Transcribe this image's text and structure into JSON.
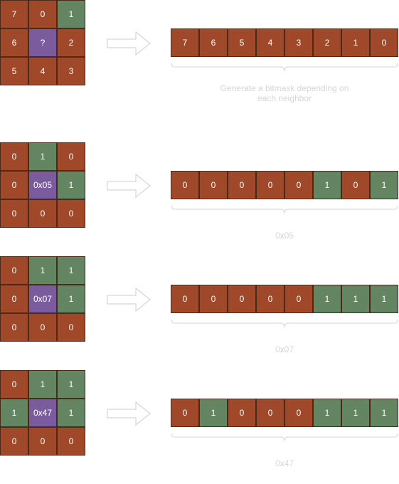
{
  "colors": {
    "off": "#a0482a",
    "on": "#648561",
    "center": "#7a5c9e",
    "border": "#4a2a18",
    "muted": "#d6d6d6"
  },
  "sections": [
    {
      "grid": [
        [
          "7",
          "0",
          "1"
        ],
        [
          "6",
          "?",
          "2"
        ],
        [
          "5",
          "4",
          "3"
        ]
      ],
      "bits": [
        "7",
        "6",
        "5",
        "4",
        "3",
        "2",
        "1",
        "0"
      ],
      "caption_lines": [
        "Generate a bitmask depending on",
        "each neighbor"
      ]
    },
    {
      "grid": [
        [
          "0",
          "1",
          "0"
        ],
        [
          "0",
          "0x05",
          "1"
        ],
        [
          "0",
          "0",
          "0"
        ]
      ],
      "bits": [
        "0",
        "0",
        "0",
        "0",
        "0",
        "1",
        "0",
        "1"
      ],
      "caption_lines": [
        "0x05"
      ]
    },
    {
      "grid": [
        [
          "0",
          "1",
          "1"
        ],
        [
          "0",
          "0x07",
          "1"
        ],
        [
          "0",
          "0",
          "0"
        ]
      ],
      "bits": [
        "0",
        "0",
        "0",
        "0",
        "0",
        "1",
        "1",
        "1"
      ],
      "caption_lines": [
        "0x07"
      ]
    },
    {
      "grid": [
        [
          "0",
          "1",
          "1"
        ],
        [
          "1",
          "0x47",
          "1"
        ],
        [
          "0",
          "0",
          "0"
        ]
      ],
      "bits": [
        "0",
        "1",
        "0",
        "0",
        "0",
        "1",
        "1",
        "1"
      ],
      "caption_lines": [
        "0x47"
      ]
    }
  ]
}
